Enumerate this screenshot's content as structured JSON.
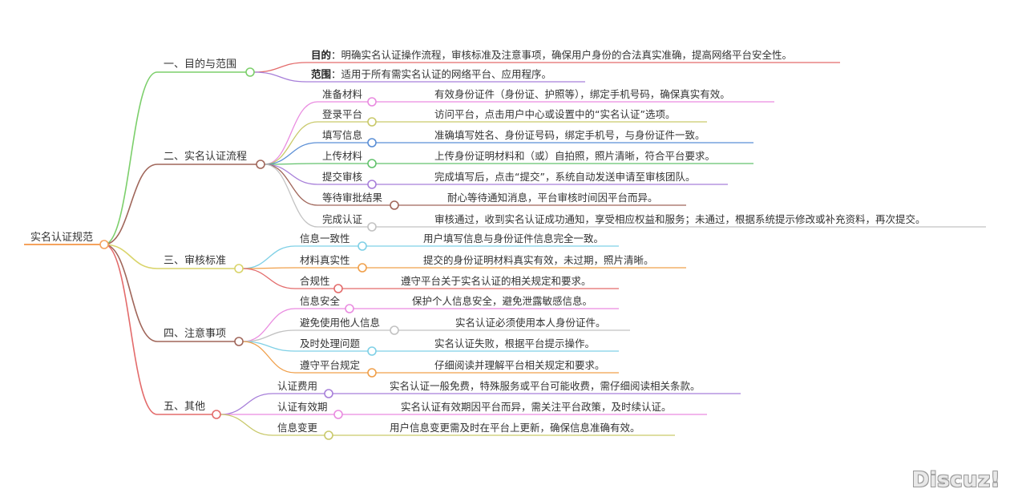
{
  "root": {
    "label": "实名认证规范",
    "color": "#f5a25d"
  },
  "sections": [
    {
      "label": "一、目的与范围",
      "color": "#7ccf6b",
      "items": [
        {
          "label": "",
          "bold_prefix": "目的",
          "desc": "：明确实名认证操作流程，审核标准及注意事项，确保用户身份的合法真实准确，提高网络平台安全性。",
          "color": "#e36b6b"
        },
        {
          "label": "",
          "bold_prefix": "范围",
          "desc": "：适用于所有需实名认证的网络平台、应用程序。",
          "color": "#a77fd9"
        }
      ]
    },
    {
      "label": "二、实名认证流程",
      "color": "#a0665a",
      "items": [
        {
          "label": "准备材料",
          "desc": "有效身份证件（身份证、护照等），绑定手机号码，确保真实有效。",
          "color": "#e98be0"
        },
        {
          "label": "登录平台",
          "desc": "访问平台，点击用户中心或设置中的“实名认证”选项。",
          "color": "#c9c96b"
        },
        {
          "label": "填写信息",
          "desc": "准确填写姓名、身份证号码，绑定手机号，与身份证件一致。",
          "color": "#5b8fd6"
        },
        {
          "label": "上传材料",
          "desc": "上传身份证明材料和（或）自拍照，照片清晰，符合平台要求。",
          "color": "#63c26d"
        },
        {
          "label": "提交审核",
          "desc": "完成填写后，点击“提交”，系统自动发送申请至审核团队。",
          "color": "#a77fd9"
        },
        {
          "label": "等待审批结果",
          "desc": "耐心等待通知消息，平台审核时间因平台而异。",
          "color": "#a0665a"
        },
        {
          "label": "完成认证",
          "desc": "审核通过，收到实名认证成功通知，享受相应权益和服务；未通过，根据系统提示修改或补充资料，再次提交。",
          "color": "#c2c2c2"
        }
      ]
    },
    {
      "label": "三、审核标准",
      "color": "#d9d46a",
      "items": [
        {
          "label": "信息一致性",
          "desc": "用户填写信息与身份证件信息完全一致。",
          "color": "#7fd0e6"
        },
        {
          "label": "材料真实性",
          "desc": "提交的身份证明材料真实有效，未过期，照片清晰。",
          "color": "#f0a04b"
        },
        {
          "label": "合规性",
          "desc": "遵守平台关于实名认证的相关规定和要求。",
          "color": "#e36b6b"
        }
      ]
    },
    {
      "label": "四、注意事项",
      "color": "#a0665a",
      "items": [
        {
          "label": "信息安全",
          "desc": "保护个人信息安全，避免泄露敏感信息。",
          "color": "#e98be0"
        },
        {
          "label": "避免使用他人信息",
          "desc": "实名认证必须使用本人身份证件。",
          "color": "#c2c2c2"
        },
        {
          "label": "及时处理问题",
          "desc": "实名认证失败，根据平台提示操作。",
          "color": "#7fd0e6"
        },
        {
          "label": "遵守平台规定",
          "desc": "仔细阅读并理解平台相关规定和要求。",
          "color": "#f0a04b"
        }
      ]
    },
    {
      "label": "五、其他",
      "color": "#e36b6b",
      "items": [
        {
          "label": "认证费用",
          "desc": "实名认证一般免费，特殊服务或平台可能收费，需仔细阅读相关条款。",
          "color": "#a77fd9"
        },
        {
          "label": "认证有效期",
          "desc": "实名认证有效期因平台而异，需关注平台政策，及时续认证。",
          "color": "#e98be0"
        },
        {
          "label": "信息变更",
          "desc": "用户信息变更需及时在平台上更新，确保信息准确有效。",
          "color": "#c9c96b"
        }
      ]
    }
  ],
  "watermark": "Discuz!"
}
